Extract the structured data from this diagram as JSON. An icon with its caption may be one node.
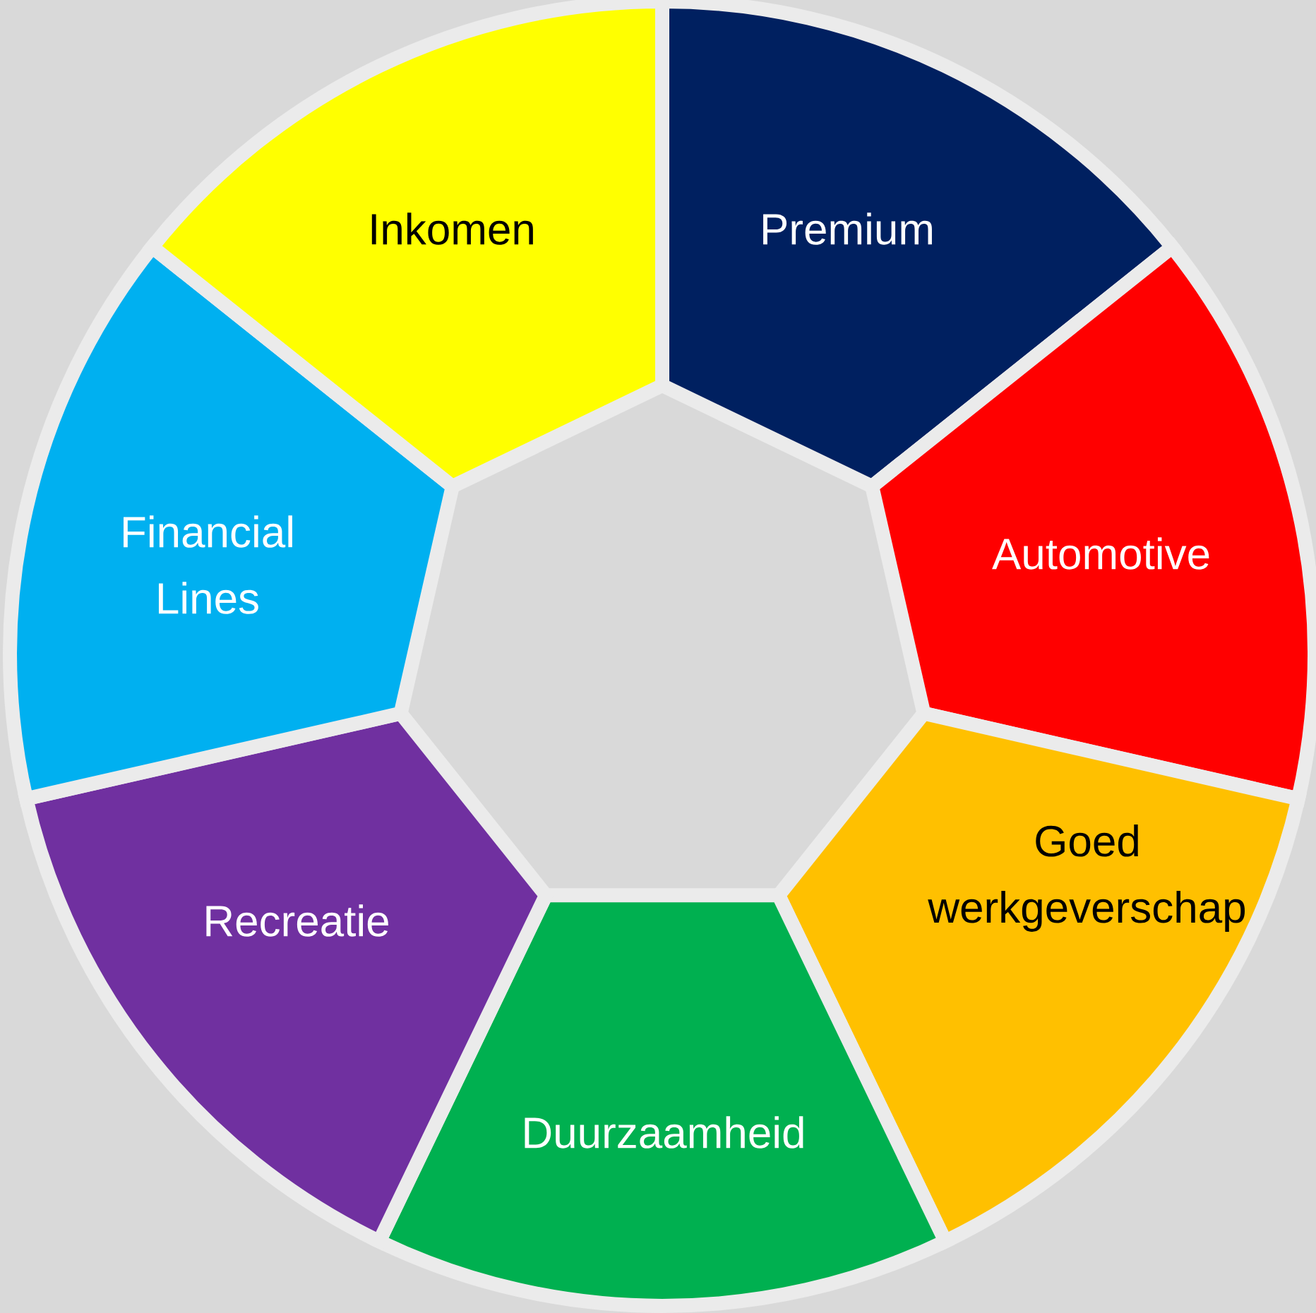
{
  "diagram": {
    "nodes": [
      {
        "text": [
          "Premium"
        ]
      },
      {
        "text": [
          "Automotive"
        ]
      },
      {
        "text": [
          "Goed werkgeverschap"
        ]
      },
      {
        "text": [
          "Duurzaamheid"
        ]
      },
      {
        "text": [
          "Recreatie"
        ]
      },
      {
        "text": [
          "Financial Lines"
        ]
      },
      {
        "text": [
          "Inkomen"
        ]
      }
    ]
  }
}
